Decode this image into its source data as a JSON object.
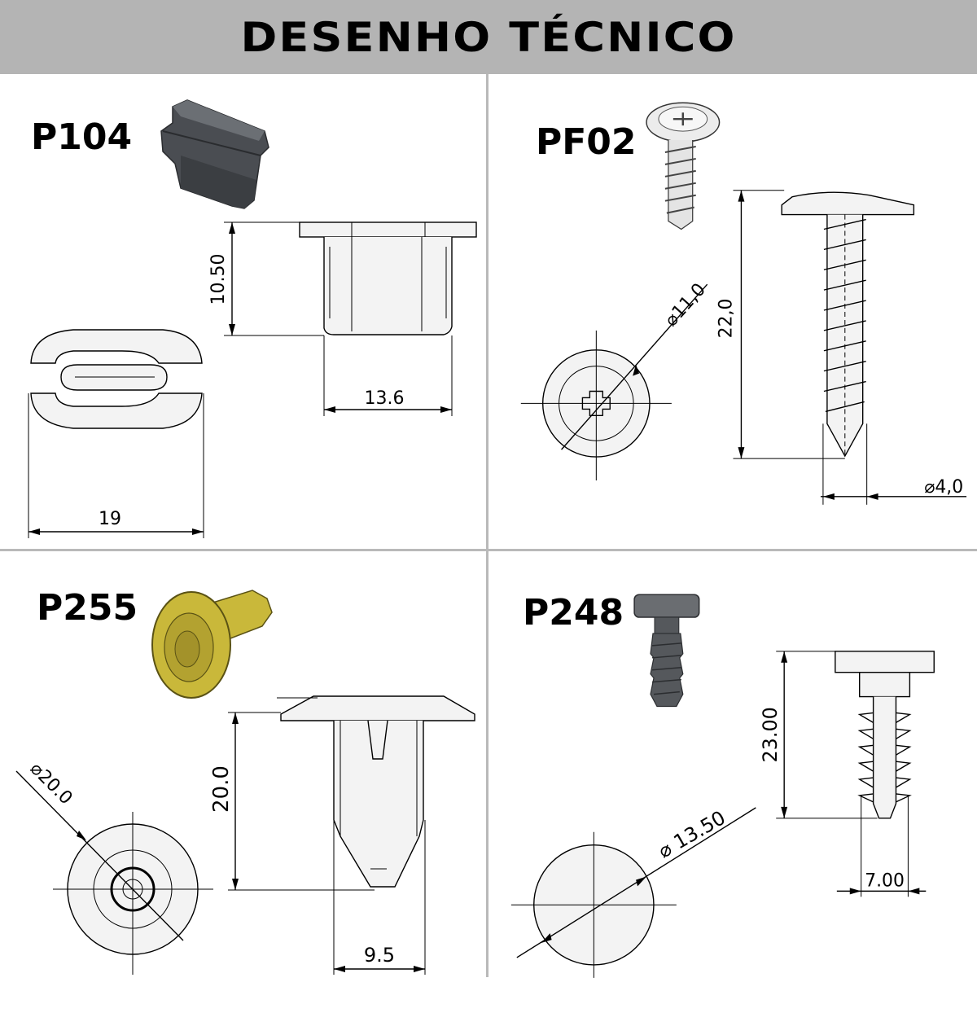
{
  "title": "DESENHO TÉCNICO",
  "panels": {
    "p104": {
      "code": "P104",
      "height_dim": "10.50",
      "width_dim": "13.6",
      "length_dim": "19"
    },
    "pf02": {
      "code": "PF02",
      "head_dim": "⌀11,0",
      "length_dim": "22,0",
      "shank_dim": "⌀4,0"
    },
    "p255": {
      "code": "P255",
      "head_dim": "⌀20.0",
      "length_dim": "20.0",
      "width_dim": "9.5"
    },
    "p248": {
      "code": "P248",
      "head_dim": "⌀ 13.50",
      "length_dim": "23.00",
      "width_dim": "7.00"
    }
  },
  "colors": {
    "header_bg": "#b4b4b4",
    "divider": "#b9b9b9",
    "p255_render": "#c9b83a",
    "p104_render": "#4a4d52",
    "p248_render": "#55585c"
  },
  "icons": [
    "p104-render-icon",
    "pf02-render-icon",
    "p255-render-icon",
    "p248-render-icon"
  ]
}
